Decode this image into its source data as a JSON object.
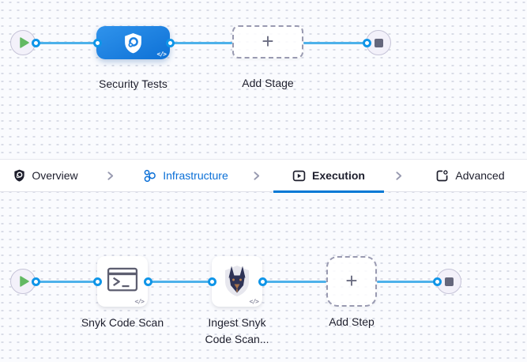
{
  "canvas": {
    "background_color": "#fafbfe",
    "grid_dot_color": "#d9dce7",
    "edge_color": "#4db1ea",
    "connector_ring_color": "#0f95e8",
    "glyphs": {
      "plus": "+",
      "code_badge": "</>"
    }
  },
  "stage_pipeline": {
    "start_node": {
      "icon": "play-icon",
      "play_color": "#63b963"
    },
    "stage": {
      "label": "Security Tests",
      "icon": "security-shield-icon",
      "color": "#1b80e2"
    },
    "add_stage": {
      "label": "Add Stage",
      "icon": "plus-icon"
    },
    "end_node": {
      "icon": "stop-icon",
      "square_color": "#65677c"
    }
  },
  "tab_bar": {
    "active_tab": "Execution",
    "active_underline_color": "#0278d5",
    "tabs": [
      {
        "label": "Overview",
        "icon": "overview-shield-icon"
      },
      {
        "label": "Infrastructure",
        "icon": "infrastructure-hexagons-icon",
        "color": "#0a6fd7"
      },
      {
        "label": "Execution",
        "icon": "execution-play-icon"
      },
      {
        "label": "Advanced",
        "icon": "advanced-gear-icon"
      }
    ]
  },
  "step_pipeline": {
    "start_node": {
      "icon": "play-icon"
    },
    "steps": [
      {
        "label": "Snyk Code Scan",
        "icon": "terminal-icon"
      },
      {
        "label": "Ingest Snyk Code Scan...",
        "icon": "snyk-doberman-icon"
      }
    ],
    "add_step": {
      "label": "Add Step",
      "icon": "plus-icon"
    },
    "end_node": {
      "icon": "stop-icon"
    }
  }
}
